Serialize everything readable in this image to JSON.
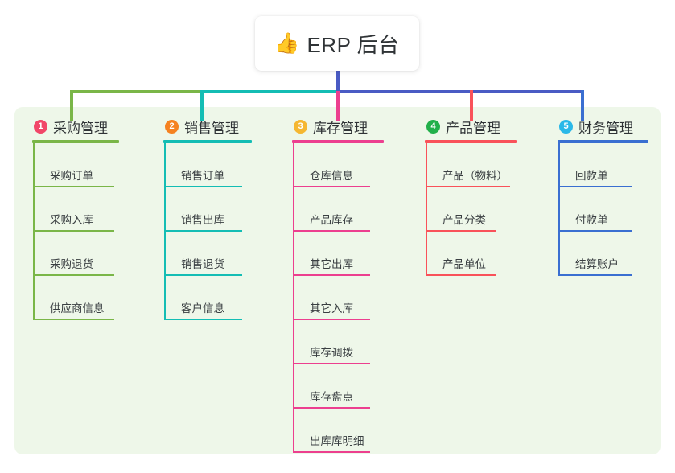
{
  "root": {
    "icon": "thumbs-up-icon",
    "emoji": "👍",
    "title": "ERP 后台"
  },
  "colors": {
    "panel_background": "#eef7e9",
    "page_background": "#ffffff",
    "stem": "#4a5bc4",
    "bus_green": "#7ab648",
    "bus_teal": "#14bdb4",
    "bus_blue": "#4a5bc4"
  },
  "columns": [
    {
      "index": "1",
      "title": "采购管理",
      "badge_color": "#f14668",
      "line_color": "#7ab648",
      "items": [
        {
          "label": "采购订单"
        },
        {
          "label": "采购入库"
        },
        {
          "label": "采购退货"
        },
        {
          "label": "供应商信息"
        }
      ]
    },
    {
      "index": "2",
      "title": "销售管理",
      "badge_color": "#f58220",
      "line_color": "#14bdb4",
      "items": [
        {
          "label": "销售订单"
        },
        {
          "label": "销售出库"
        },
        {
          "label": "销售退货"
        },
        {
          "label": "客户信息"
        }
      ]
    },
    {
      "index": "3",
      "title": "库存管理",
      "badge_color": "#f5b731",
      "line_color": "#ec3f8f",
      "items": [
        {
          "label": "仓库信息"
        },
        {
          "label": "产品库存"
        },
        {
          "label": "其它出库"
        },
        {
          "label": "其它入库"
        },
        {
          "label": "库存调拨"
        },
        {
          "label": "库存盘点"
        },
        {
          "label": "出库库明细"
        }
      ]
    },
    {
      "index": "4",
      "title": "产品管理",
      "badge_color": "#22b04a",
      "line_color": "#f9525a",
      "items": [
        {
          "label": "产品（物料）"
        },
        {
          "label": "产品分类"
        },
        {
          "label": "产品单位"
        }
      ]
    },
    {
      "index": "5",
      "title": "财务管理",
      "badge_color": "#2ab8e8",
      "line_color": "#3a6fd1",
      "items": [
        {
          "label": "回款单"
        },
        {
          "label": "付款单"
        },
        {
          "label": "结算账户"
        }
      ]
    }
  ]
}
